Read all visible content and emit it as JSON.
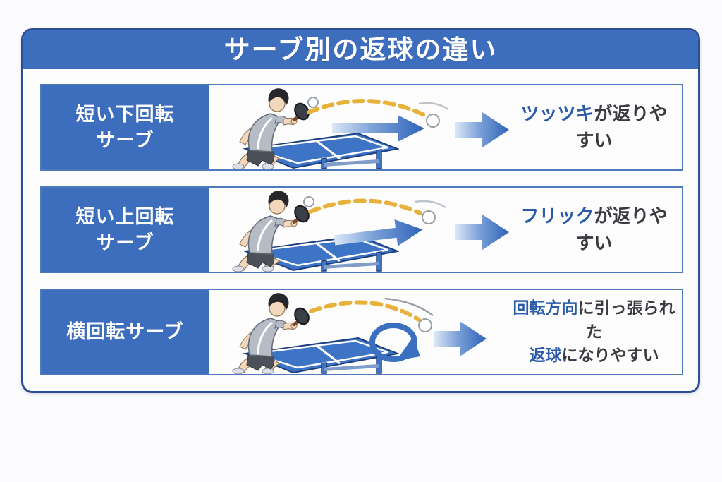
{
  "title": "サーブ別の返球の違い",
  "colors": {
    "band_blue": "#3d6dbd",
    "frame_border": "#2e4f93",
    "row_border": "#4e7abc",
    "label_blue": "#3d6dbd",
    "arrow_blue": "#2f63b8",
    "highlight_text_blue": "#2b5ba8",
    "body_text": "#3a3a40",
    "trajectory_yellow": "#e7b23c"
  },
  "rows": [
    {
      "label_line1": "短い下回転",
      "label_line2": "サーブ",
      "result": {
        "highlight": "ツッツキ",
        "rest": "が返りやすい"
      }
    },
    {
      "label_line1": "短い上回転",
      "label_line2": "サーブ",
      "result": {
        "highlight": "フリック",
        "rest": "が返りやすい"
      }
    },
    {
      "label_line1": "横回転サーブ",
      "label_line2": "",
      "result": {
        "line1_highlight": "回転方向",
        "line1_rest": "に引っ張られた",
        "line2_highlight": "返球",
        "line2_rest": "になりやすい"
      }
    }
  ]
}
